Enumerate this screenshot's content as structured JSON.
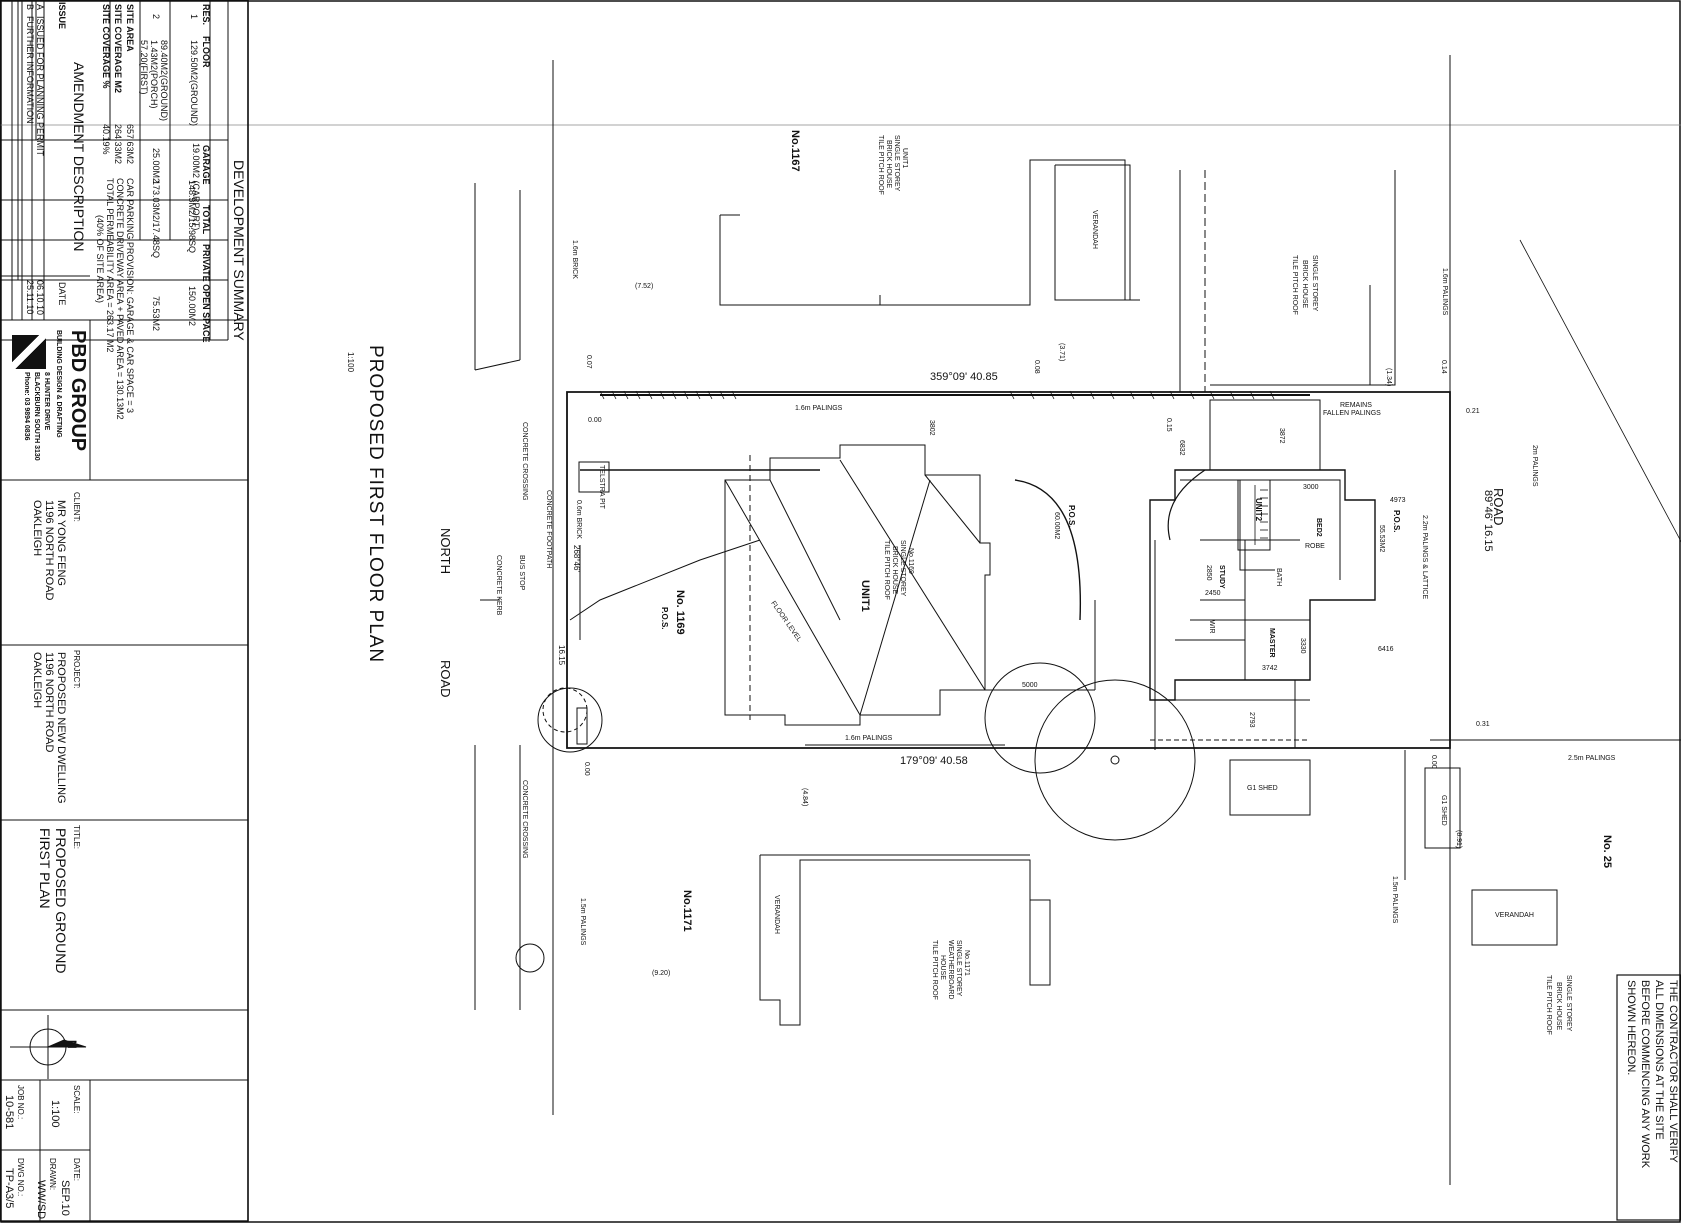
{
  "title_block": {
    "plan_title": "PROPOSED FIRST FLOOR PLAN",
    "plan_scale": "1:100",
    "client_label": "CLIENT:",
    "client_lines": [
      "MR YONG FENG",
      "1196 NORTH ROAD",
      "OAKLEIGH"
    ],
    "project_label": "PROJECT:",
    "project_lines": [
      "PROPOSED NEW DWELLING",
      "1196 NORTH ROAD",
      "OAKLEIGH"
    ],
    "title_label": "TITLE:",
    "title_lines": [
      "PROPOSED GROUND",
      "FIRST PLAN"
    ],
    "scale_label": "SCALE:",
    "scale_value": "1:100",
    "date_label": "DATE:",
    "date_value": "SEP.10",
    "drawn_label": "DRAWN:",
    "drawn_value": "WW/SD",
    "job_label": "JOB NO.:",
    "job_value": "10-581",
    "dwg_label": "DWG NO.:",
    "dwg_value": "TP-A3/5",
    "north_letter": "N",
    "company_name": "PBD GROUP",
    "company_sub": "BUILDING DESIGN & DRAFTING",
    "company_addr1": "8 HUNTER DRIVE",
    "company_addr2": "BLACKBURN SOUTH 3130",
    "company_phone": "Phone: 03 9894 0836"
  },
  "development_summary": {
    "heading": "DEVELOPMENT SUMMARY",
    "headers": [
      "RES.",
      "FLOOR",
      "GARAGE",
      "TOTAL",
      "PRIVATE OPEN SPACE"
    ],
    "row1": [
      "1",
      "129.50M2(GROUND)",
      "19.00M2 (CARPORT)",
      "148.5M2/15.98SQ",
      "150.00M2"
    ],
    "row2_res": "2",
    "row2_floor": [
      "89.40M2(GROUND)",
      "1.43M2(PORCH)",
      "57.20(FIRST)"
    ],
    "row2_garage": "25.00M2",
    "row2_total": "173.03M2/17.48SQ",
    "row2_pos": "75.53M2",
    "site_rows": [
      [
        "SITE AREA",
        "657.63M2"
      ],
      [
        "SITE COVERAGE M2",
        "264.33M2"
      ],
      [
        "SITE COVERAGE %",
        "40.19%"
      ]
    ],
    "notes": [
      "CAR PARKING PROVISION: GARAGE & CAR SPACE = 3",
      "CONCRETE DRIVEWAY AREA + PAVED AREA = 130.13M2",
      "TOTAL PERMEABILITY AREA = 263.17 M2",
      "(40% OF SITE AREA)"
    ]
  },
  "amendments": {
    "headers": [
      "ISSUE",
      "AMENDMENT DESCRIPTION",
      "DATE"
    ],
    "rows": [
      [
        "A",
        "ISSUED FOR PLANNING PERMIT",
        "06.10.10"
      ],
      [
        "B",
        "FURTHER INFORMATION",
        "25.11.10"
      ]
    ]
  },
  "notice": [
    "THE CONTRACTOR SHALL VERIFY",
    "ALL DIMENSIONS AT THE SITE",
    "BEFORE COMMENCING ANY WORK",
    "SHOWN HEREON."
  ],
  "site": {
    "road_left_1": "NORTH",
    "road_left_2": "ROAD",
    "road_right": "ROAD",
    "bearing_top": "359°09'",
    "dim_top": "40.85",
    "bearing_bottom": "179°09'",
    "dim_bottom": "40.58",
    "bearing_right": "89°46'",
    "dim_right": "16.15",
    "bearing_left": "268°46'",
    "dim_left": "16.15",
    "unit1": "UNIT1",
    "unit2": "UNIT2",
    "lot_1169": "No. 1169",
    "pos_1169": "P.O.S.",
    "pos_area": "60.00M2",
    "pos": "P.O.S.",
    "pos2_area": "55.53M2",
    "house_1169_lines": [
      "No.1169",
      "SINGLE STOREY",
      "BRICK HOUSE",
      "TILE PITCH ROOF"
    ],
    "lot_1167": "No.1167",
    "unit_1167_lines": [
      "UNIT1",
      "SINGLE STOREY",
      "BRICK HOUSE",
      "TILE PITCH ROOF"
    ],
    "lot_1171": "No.1171",
    "house_1171_lines": [
      "No.1171",
      "SINGLE STOREY",
      "WEATHERBOARD",
      "HOUSE",
      "TILE PITCH ROOF"
    ],
    "lot_25": "No. 25",
    "house_25_lines": [
      "SINGLE STOREY",
      "BRICK HOUSE",
      "TILE PITCH ROOF"
    ],
    "house_top_lines": [
      "SINGLE STOREY",
      "BRICK HOUSE",
      "TILE PITCH ROOF"
    ],
    "verandah": "VERANDAH",
    "gi_shed": "G1 SHED",
    "palings_16": "1.6m PALINGS",
    "palings_15": "1.5m PALINGS",
    "palings_25": "2.5m PALINGS",
    "palings_2": "2m PALINGS",
    "palings_22": "2.2m PALINGS & LATTICE",
    "remains": "REMAINS",
    "fallen": "FALLEN PALINGS",
    "brick_16": "1.6m BRICK",
    "brick_06": "0.6m BRICK",
    "concrete_crossing": "CONCRETE CROSSING",
    "concrete_footpath": "CONCRETE FOOTPATH",
    "concrete_kerb": "CONCRETE KERB",
    "bus_stop": "BUS STOP",
    "telstra": "TELSTRA PIT",
    "floor_level": "FLOOR LEVEL",
    "rooms": [
      "MASTER",
      "BED2",
      "STUDY",
      "BATH",
      "WIR",
      "ROBE",
      "BATH",
      "P.O.S."
    ],
    "dims": [
      "3000",
      "3802",
      "3742",
      "3330",
      "2850",
      "2450",
      "6832",
      "3872",
      "4973",
      "6416",
      "5000",
      "2793"
    ],
    "edge_offsets": [
      "0.14",
      "0.21",
      "0.31",
      "0.00",
      "0.00",
      "0.07",
      "0.08",
      "0.15",
      "0.00"
    ],
    "neighbour_dims": [
      "(7.52)",
      "(3.71)",
      "(4.84)",
      "(9.20)",
      "(8.91)",
      "(1.34)"
    ]
  }
}
